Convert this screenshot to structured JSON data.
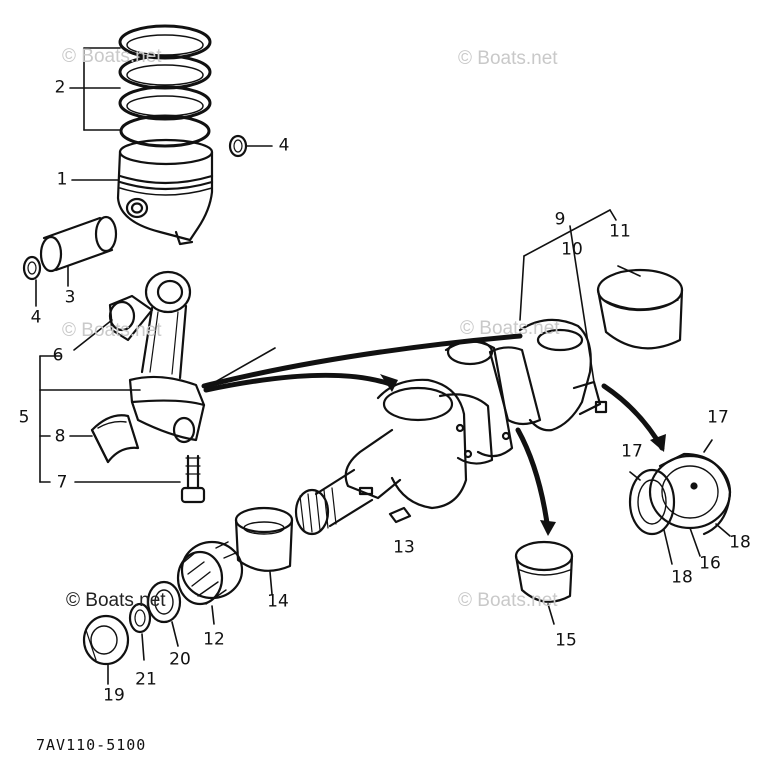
{
  "watermark": "© Boats.net",
  "drawing_code": "7AV110-5100",
  "callouts": {
    "c1": "1",
    "c2": "2",
    "c3": "3",
    "c4a": "4",
    "c4b": "4",
    "c5": "5",
    "c6": "6",
    "c7": "7",
    "c8": "8",
    "c9": "9",
    "c10": "10",
    "c11": "11",
    "c12": "12",
    "c13": "13",
    "c14": "14",
    "c15": "15",
    "c16": "16",
    "c17a": "17",
    "c17b": "17",
    "c18a": "18",
    "c18b": "18",
    "c19": "19",
    "c20": "20",
    "c21": "21"
  },
  "colors": {
    "line": "#111111",
    "watermark": "#c9c9c9"
  }
}
